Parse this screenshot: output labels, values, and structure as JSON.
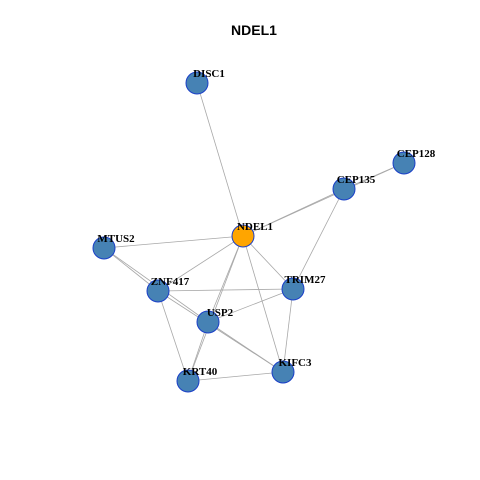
{
  "title": "NDEL1",
  "colors": {
    "focus_node": "#FFA500",
    "node": "#4682B4",
    "node_border": "#1a3fc8",
    "edge": "#a8a8a8"
  },
  "nodes": [
    {
      "id": "DISC1",
      "label": "DISC1",
      "focus": false
    },
    {
      "id": "CEP128",
      "label": "CEP128",
      "focus": false
    },
    {
      "id": "CEP135",
      "label": "CEP135",
      "focus": false
    },
    {
      "id": "NDEL1",
      "label": "NDEL1",
      "focus": true
    },
    {
      "id": "MTUS2",
      "label": "MTUS2",
      "focus": false
    },
    {
      "id": "ZNF417",
      "label": "ZNF417",
      "focus": false
    },
    {
      "id": "TRIM27",
      "label": "TRIM27",
      "focus": false
    },
    {
      "id": "USP2",
      "label": "USP2",
      "focus": false
    },
    {
      "id": "KIFC3",
      "label": "KIFC3",
      "focus": false
    },
    {
      "id": "KRT40",
      "label": "KRT40",
      "focus": false
    }
  ],
  "edges": [
    [
      "DISC1",
      "NDEL1"
    ],
    [
      "CEP128",
      "CEP135"
    ],
    [
      "CEP135",
      "NDEL1"
    ],
    [
      "CEP135",
      "TRIM27"
    ],
    [
      "CEP128",
      "NDEL1"
    ],
    [
      "MTUS2",
      "NDEL1"
    ],
    [
      "MTUS2",
      "ZNF417"
    ],
    [
      "MTUS2",
      "USP2"
    ],
    [
      "NDEL1",
      "ZNF417"
    ],
    [
      "NDEL1",
      "TRIM27"
    ],
    [
      "NDEL1",
      "USP2"
    ],
    [
      "NDEL1",
      "KIFC3"
    ],
    [
      "NDEL1",
      "KRT40"
    ],
    [
      "ZNF417",
      "TRIM27"
    ],
    [
      "ZNF417",
      "KRT40"
    ],
    [
      "ZNF417",
      "KIFC3"
    ],
    [
      "TRIM27",
      "USP2"
    ],
    [
      "TRIM27",
      "KIFC3"
    ],
    [
      "USP2",
      "KIFC3"
    ],
    [
      "USP2",
      "KRT40"
    ],
    [
      "KRT40",
      "KIFC3"
    ]
  ]
}
